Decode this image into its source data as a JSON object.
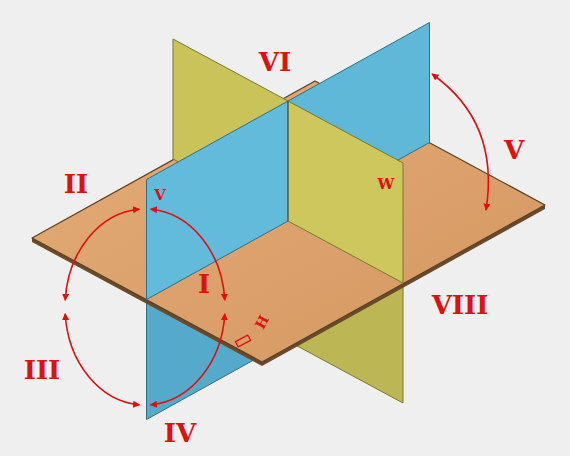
{
  "diagram": {
    "labels": [
      "VI",
      "V",
      "II",
      "V",
      "W",
      "I",
      "VIII",
      "H",
      "III",
      "IV"
    ]
  }
}
